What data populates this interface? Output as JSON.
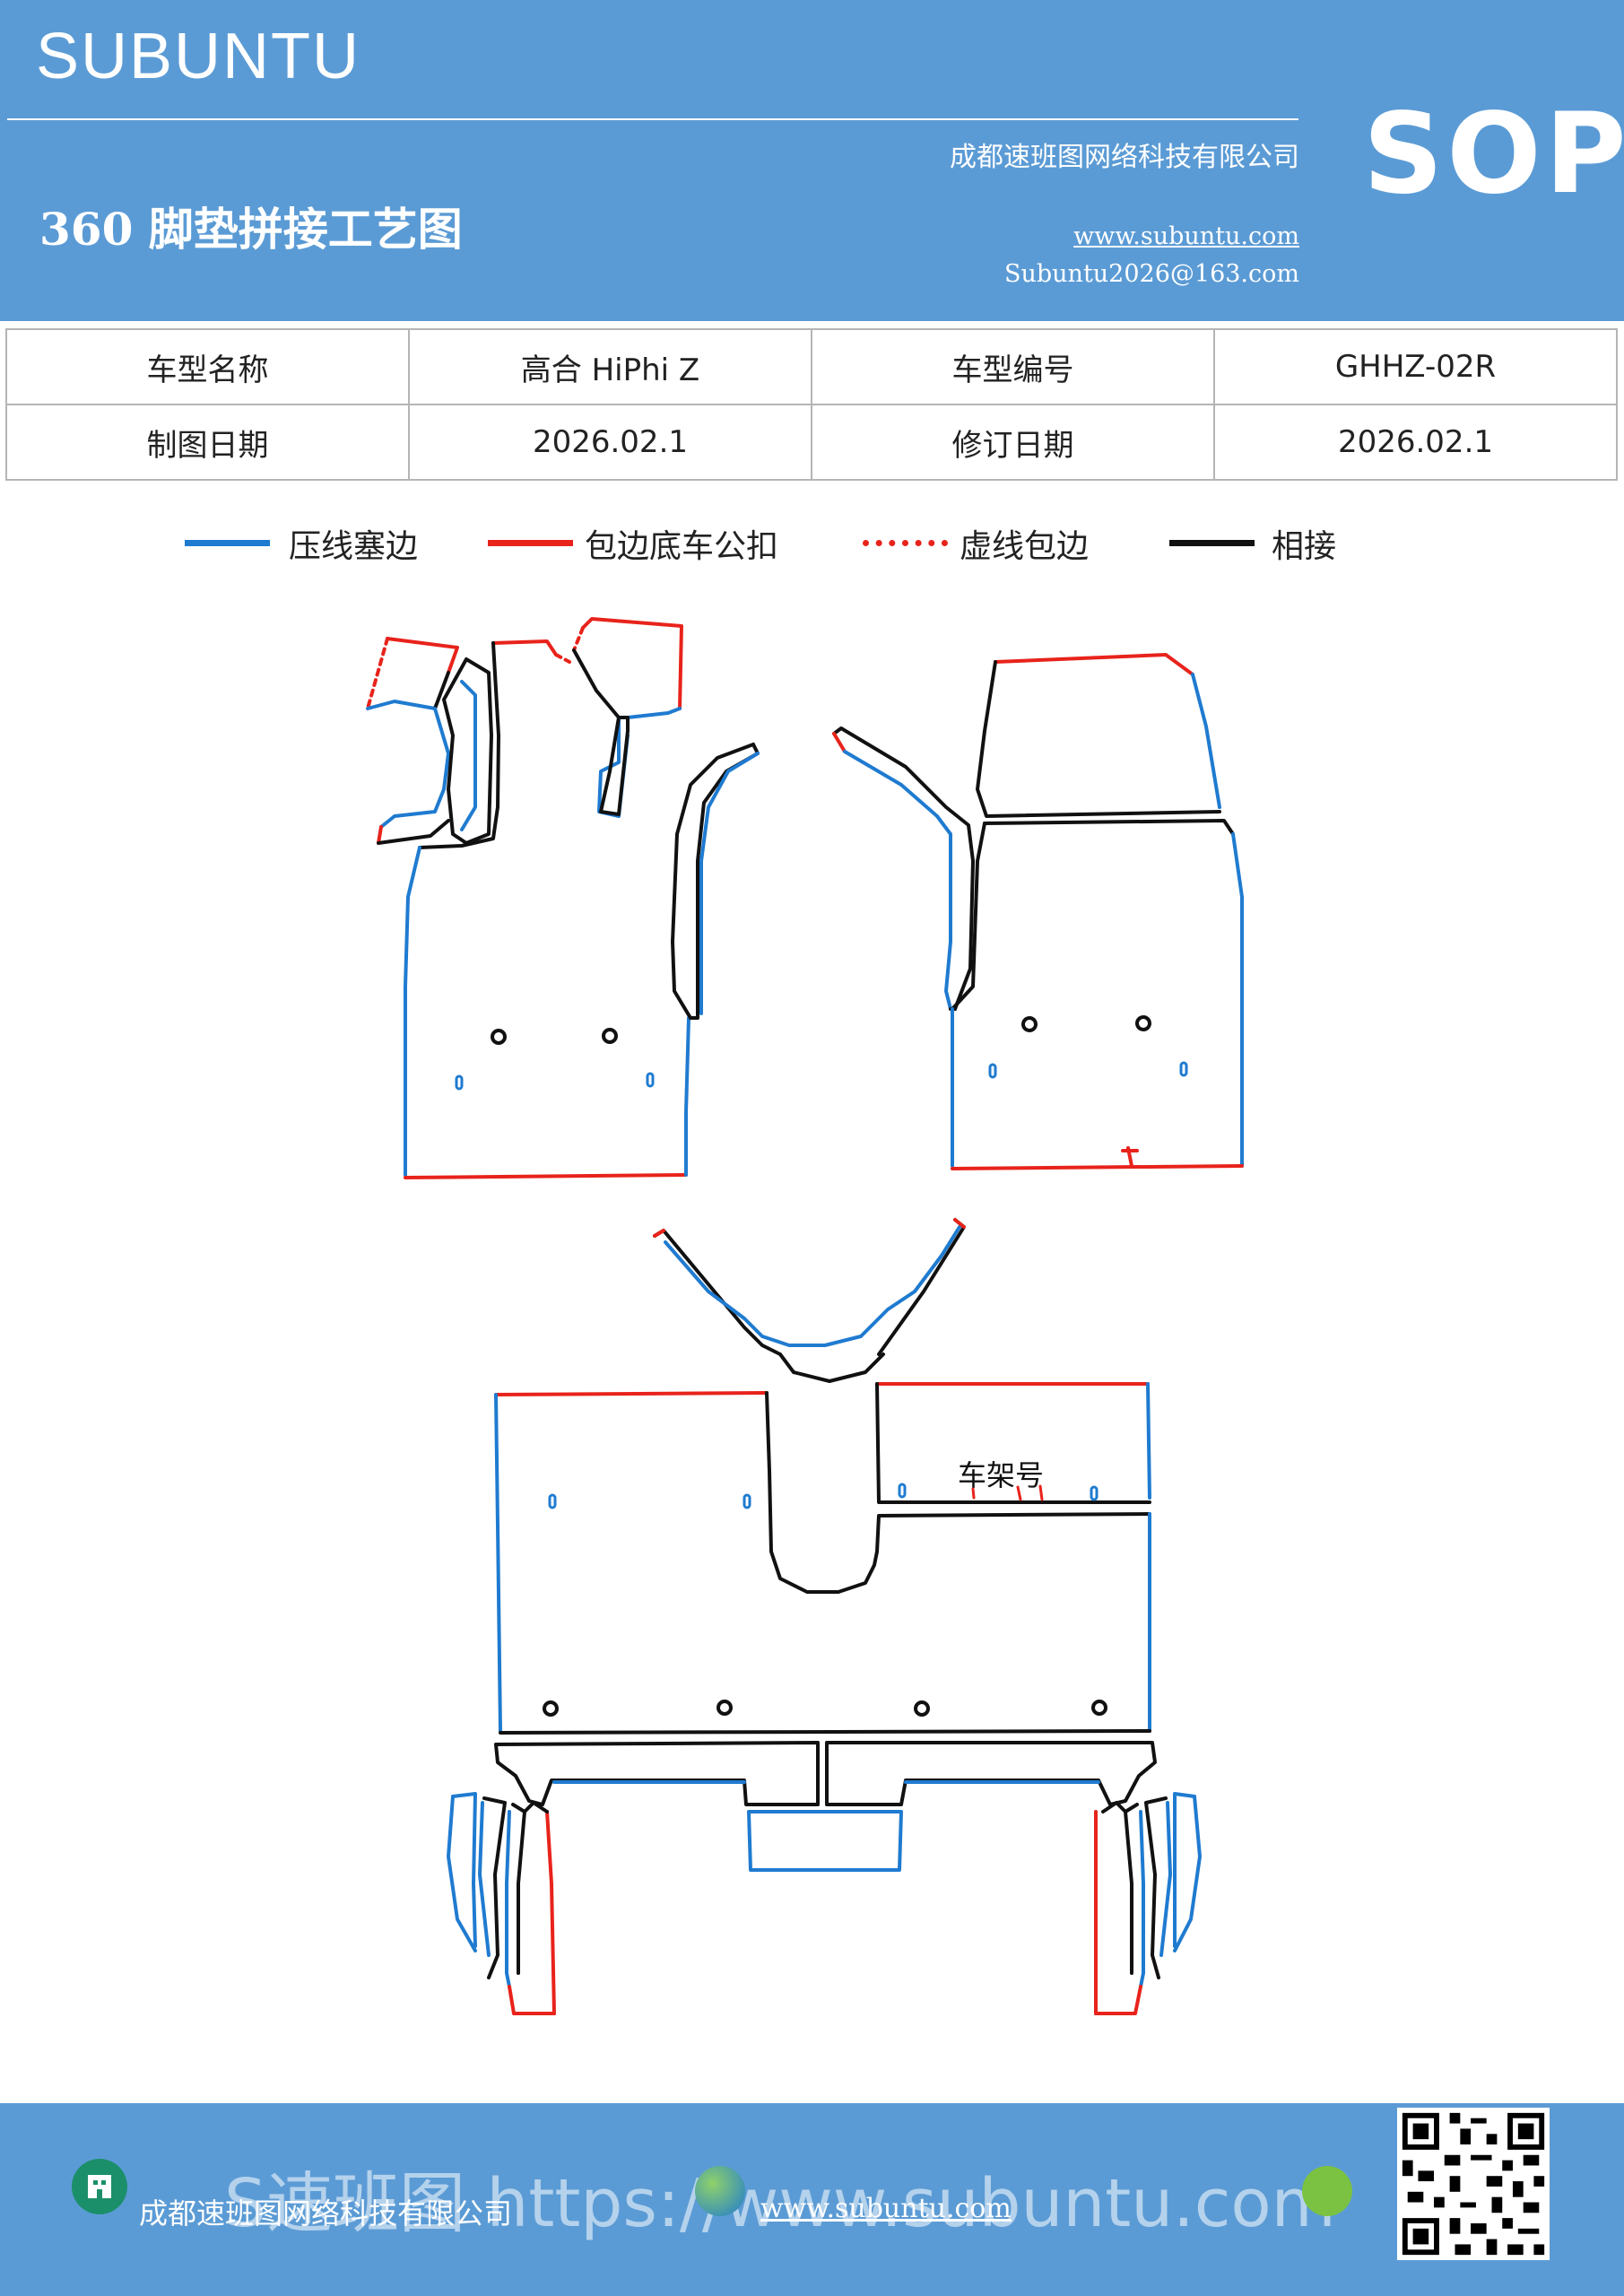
{
  "header": {
    "brand": "SUBUNTU",
    "company": "成都速班图网络科技有限公司",
    "title": "360 脚垫拼接工艺图",
    "website": "www.subuntu.com",
    "email": "Subuntu2026@163.com",
    "badge": "SOP"
  },
  "info": {
    "model_name_label": "车型名称",
    "model_name": "高合 HiPhi  Z",
    "model_code_label": "车型编号",
    "model_code": "GHHZ-02R",
    "draw_date_label": "制图日期",
    "draw_date": "2026.02.1",
    "revise_date_label": "修订日期",
    "revise_date": "2026.02.1"
  },
  "legend": {
    "items": [
      {
        "label": "压线塞边",
        "color": "#1f7bd0",
        "style": "solid"
      },
      {
        "label": "包边底车公扣",
        "color": "#e8231b",
        "style": "solid"
      },
      {
        "label": "虚线包边",
        "color": "#e8231b",
        "style": "dashed"
      },
      {
        "label": "相接",
        "color": "#111111",
        "style": "solid"
      }
    ]
  },
  "diagram": {
    "vin_label": "车架号"
  },
  "footer": {
    "company": "成都速班图网络科技有限公司",
    "website": "www.subuntu.com",
    "watermark": "S速班图 https://www.subuntu.com"
  },
  "colors": {
    "header_bg": "#5b9bd5",
    "blue": "#1f7bd0",
    "red": "#e8231b",
    "black": "#111111"
  }
}
